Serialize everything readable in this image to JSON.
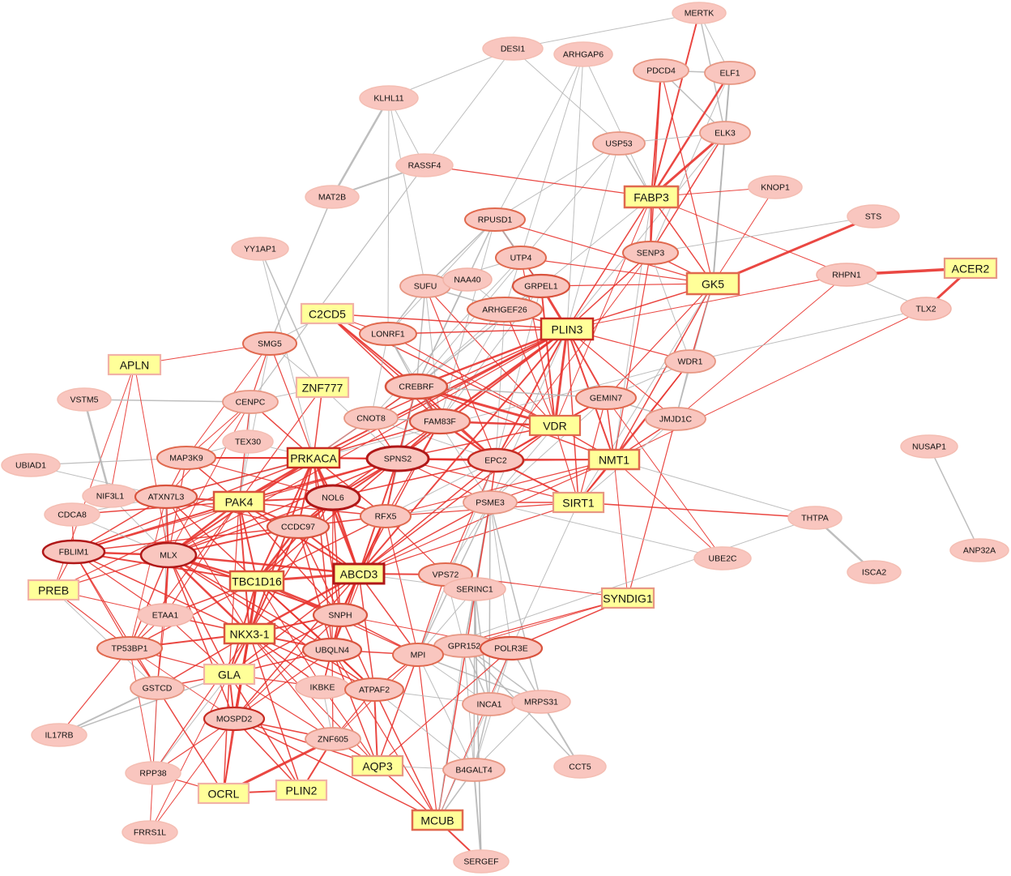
{
  "colors": {
    "background": "#ffffff",
    "gray_edge": "#b3b3b3",
    "red_edge": "#e8332e",
    "pink_edge": "#ef8a8a",
    "box_fill": "#ffff99",
    "box_border": "#f08a6e",
    "oval_fill": "#f9c6bf",
    "oval_border_mid": "#ec7860",
    "oval_border_dark": "#b01818"
  },
  "nodes": [
    {
      "id": "MERTK",
      "shape": "oval"
    },
    {
      "id": "DESI1",
      "shape": "oval"
    },
    {
      "id": "ARHGAP6",
      "shape": "oval"
    },
    {
      "id": "PDCD4",
      "shape": "oval"
    },
    {
      "id": "ELF1",
      "shape": "oval"
    },
    {
      "id": "KLHL11",
      "shape": "oval"
    },
    {
      "id": "ELK3",
      "shape": "oval"
    },
    {
      "id": "USP53",
      "shape": "oval"
    },
    {
      "id": "RASSF4",
      "shape": "oval"
    },
    {
      "id": "FABP3",
      "shape": "box"
    },
    {
      "id": "KNOP1",
      "shape": "oval"
    },
    {
      "id": "MAT2B",
      "shape": "oval"
    },
    {
      "id": "RPUSD1",
      "shape": "oval"
    },
    {
      "id": "STS",
      "shape": "oval"
    },
    {
      "id": "YY1AP1",
      "shape": "oval"
    },
    {
      "id": "UTP4",
      "shape": "oval"
    },
    {
      "id": "SENP3",
      "shape": "oval"
    },
    {
      "id": "ACER2",
      "shape": "box"
    },
    {
      "id": "RHPN1",
      "shape": "oval"
    },
    {
      "id": "SUFU",
      "shape": "oval"
    },
    {
      "id": "NAA40",
      "shape": "oval"
    },
    {
      "id": "GRPEL1",
      "shape": "oval"
    },
    {
      "id": "GK5",
      "shape": "box"
    },
    {
      "id": "TLX2",
      "shape": "oval"
    },
    {
      "id": "C2CD5",
      "shape": "box"
    },
    {
      "id": "ARHGEF26",
      "shape": "oval"
    },
    {
      "id": "PLIN3",
      "shape": "box"
    },
    {
      "id": "LONRF1",
      "shape": "oval"
    },
    {
      "id": "SMG5",
      "shape": "oval"
    },
    {
      "id": "APLN",
      "shape": "box"
    },
    {
      "id": "WDR1",
      "shape": "oval"
    },
    {
      "id": "ZNF777",
      "shape": "box"
    },
    {
      "id": "CREBRF",
      "shape": "oval"
    },
    {
      "id": "VSTM5",
      "shape": "oval"
    },
    {
      "id": "CENPC",
      "shape": "oval"
    },
    {
      "id": "GEMIN7",
      "shape": "oval"
    },
    {
      "id": "CNOT8",
      "shape": "oval"
    },
    {
      "id": "FAM83F",
      "shape": "oval"
    },
    {
      "id": "VDR",
      "shape": "box"
    },
    {
      "id": "JMJD1C",
      "shape": "oval"
    },
    {
      "id": "NUSAP1",
      "shape": "oval"
    },
    {
      "id": "TEX30",
      "shape": "oval"
    },
    {
      "id": "MAP3K9",
      "shape": "oval"
    },
    {
      "id": "PRKACA",
      "shape": "box"
    },
    {
      "id": "SPNS2",
      "shape": "oval"
    },
    {
      "id": "EPC2",
      "shape": "oval"
    },
    {
      "id": "NMT1",
      "shape": "box"
    },
    {
      "id": "UBIAD1",
      "shape": "oval"
    },
    {
      "id": "NIF3L1",
      "shape": "oval"
    },
    {
      "id": "ATXN7L3",
      "shape": "oval"
    },
    {
      "id": "PAK4",
      "shape": "box"
    },
    {
      "id": "NOL6",
      "shape": "oval"
    },
    {
      "id": "SIRT1",
      "shape": "box"
    },
    {
      "id": "CDCA8",
      "shape": "oval"
    },
    {
      "id": "PSME3",
      "shape": "oval"
    },
    {
      "id": "RFX5",
      "shape": "oval"
    },
    {
      "id": "CCDC97",
      "shape": "oval"
    },
    {
      "id": "THTPA",
      "shape": "oval"
    },
    {
      "id": "FBLIM1",
      "shape": "oval"
    },
    {
      "id": "MLX",
      "shape": "oval"
    },
    {
      "id": "UBE2C",
      "shape": "oval"
    },
    {
      "id": "ANP32A",
      "shape": "oval"
    },
    {
      "id": "ABCD3",
      "shape": "box"
    },
    {
      "id": "PREB",
      "shape": "box"
    },
    {
      "id": "TBC1D16",
      "shape": "box"
    },
    {
      "id": "VPS72",
      "shape": "oval"
    },
    {
      "id": "ISCA2",
      "shape": "oval"
    },
    {
      "id": "SERINC1",
      "shape": "oval"
    },
    {
      "id": "SYNDIG1",
      "shape": "box"
    },
    {
      "id": "ETAA1",
      "shape": "oval"
    },
    {
      "id": "SNPH",
      "shape": "oval"
    },
    {
      "id": "NKX3-1",
      "shape": "box"
    },
    {
      "id": "TP53BP1",
      "shape": "oval"
    },
    {
      "id": "UBQLN4",
      "shape": "oval"
    },
    {
      "id": "GPR152",
      "shape": "oval"
    },
    {
      "id": "MPI",
      "shape": "oval"
    },
    {
      "id": "POLR3E",
      "shape": "oval"
    },
    {
      "id": "GLA",
      "shape": "box"
    },
    {
      "id": "GSTCD",
      "shape": "oval"
    },
    {
      "id": "IKBKE",
      "shape": "oval"
    },
    {
      "id": "ATPAF2",
      "shape": "oval"
    },
    {
      "id": "INCA1",
      "shape": "oval"
    },
    {
      "id": "MRPS31",
      "shape": "oval"
    },
    {
      "id": "MOSPD2",
      "shape": "oval"
    },
    {
      "id": "IL17RB",
      "shape": "oval"
    },
    {
      "id": "ZNF605",
      "shape": "oval"
    },
    {
      "id": "CCT5",
      "shape": "oval"
    },
    {
      "id": "AQP3",
      "shape": "box"
    },
    {
      "id": "B4GALT4",
      "shape": "oval"
    },
    {
      "id": "RPP38",
      "shape": "oval"
    },
    {
      "id": "OCRL",
      "shape": "box"
    },
    {
      "id": "PLIN2",
      "shape": "box"
    },
    {
      "id": "MCUB",
      "shape": "box"
    },
    {
      "id": "FRRS1L",
      "shape": "oval"
    },
    {
      "id": "SERGEF",
      "shape": "oval"
    }
  ]
}
